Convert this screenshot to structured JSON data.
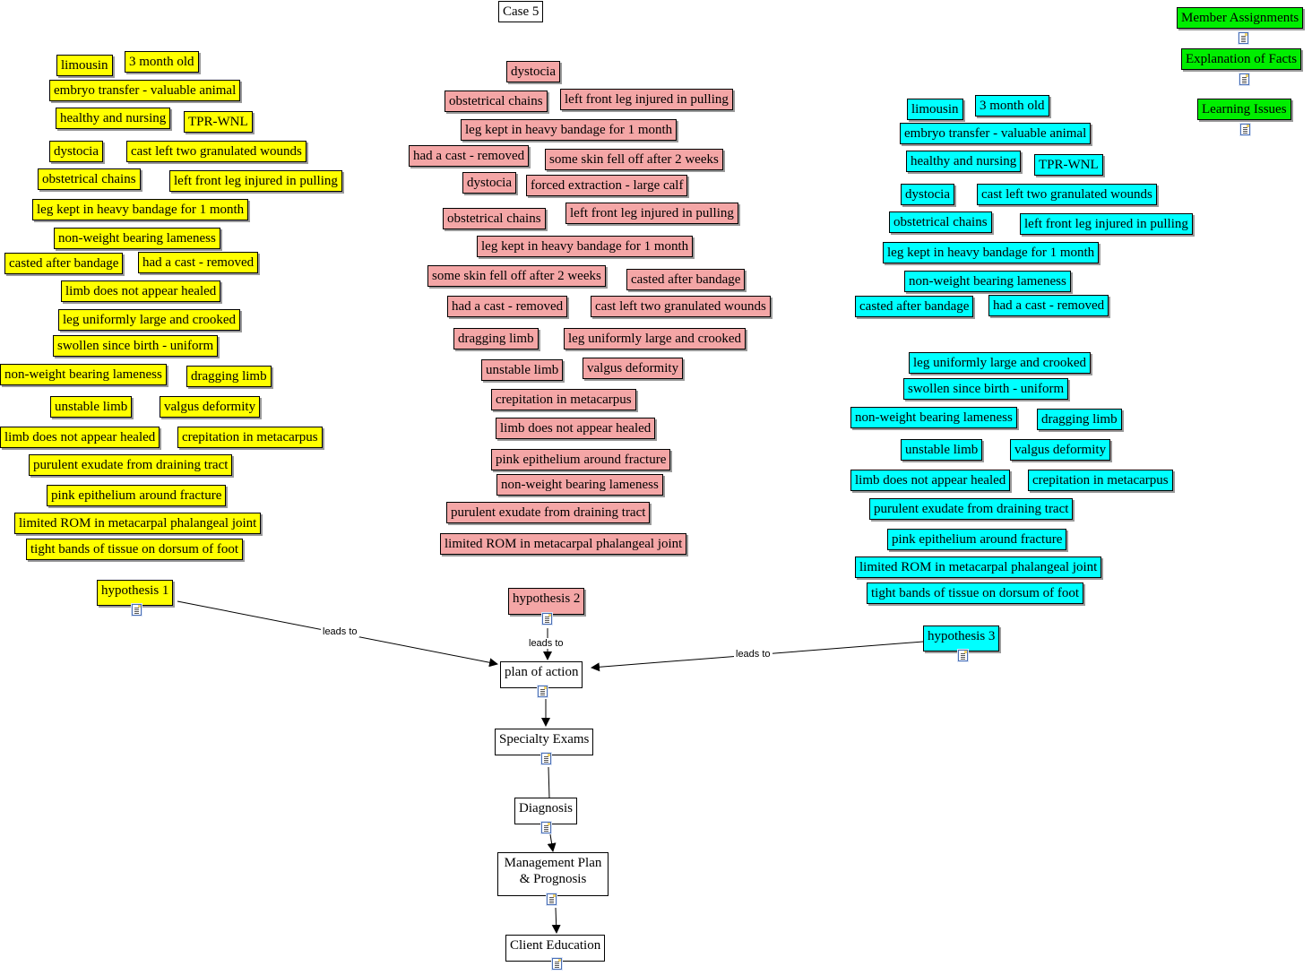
{
  "title": "Case 5",
  "menu": {
    "member_assignments": "Member Assignments",
    "explanation_of_facts": "Explanation of Facts",
    "learning_issues": "Learning Issues"
  },
  "yellow": {
    "facts": [
      "limousin",
      "3 month old",
      "embryo transfer - valuable animal",
      "healthy and nursing",
      "TPR-WNL",
      "dystocia",
      "cast left two granulated wounds",
      "obstetrical chains",
      "left front leg injured in pulling",
      "leg kept in heavy bandage for 1 month",
      "non-weight bearing lameness",
      "casted after bandage",
      "had a cast - removed",
      "limb does not appear healed",
      "leg uniformly large and crooked",
      "swollen since birth - uniform",
      "non-weight bearing lameness",
      "dragging limb",
      "unstable limb",
      "valgus deformity",
      "limb does not appear healed",
      "crepitation in metacarpus",
      "purulent exudate from draining tract",
      "pink epithelium around fracture",
      "limited ROM in metacarpal phalangeal joint",
      "tight bands of tissue on dorsum of foot"
    ],
    "hypothesis": "hypothesis 1"
  },
  "pink": {
    "facts": [
      "dystocia",
      "obstetrical chains",
      "left front leg injured in pulling",
      "leg kept in heavy bandage for 1 month",
      "had a cast - removed",
      "some skin fell off after 2 weeks",
      "dystocia",
      "forced extraction - large calf",
      "obstetrical chains",
      "left front leg injured in pulling",
      "leg kept in heavy bandage for 1 month",
      "some skin fell off after 2 weeks",
      "casted after bandage",
      "had a cast - removed",
      "cast left two granulated wounds",
      "dragging limb",
      "leg uniformly large and crooked",
      "unstable limb",
      "valgus deformity",
      "crepitation in metacarpus",
      "limb does not appear healed",
      "pink epithelium around fracture",
      "non-weight bearing lameness",
      "purulent exudate from draining tract",
      "limited ROM in metacarpal phalangeal joint"
    ],
    "hypothesis": "hypothesis 2"
  },
  "cyan": {
    "facts": [
      "limousin",
      "3 month old",
      "embryo transfer - valuable animal",
      "healthy and nursing",
      "TPR-WNL",
      "dystocia",
      "cast left two granulated wounds",
      "obstetrical chains",
      "left front leg injured in pulling",
      "leg kept in heavy bandage for 1 month",
      "non-weight bearing lameness",
      "casted after bandage",
      "had a cast - removed",
      "leg uniformly large and crooked",
      "swollen since birth - uniform",
      "non-weight bearing lameness",
      "dragging limb",
      "unstable limb",
      "valgus deformity",
      "limb does not appear healed",
      "crepitation in metacarpus",
      "purulent exudate from draining tract",
      "pink epithelium around fracture",
      "limited ROM in metacarpal phalangeal joint",
      "tight bands of tissue on dorsum of foot"
    ],
    "hypothesis": "hypothesis 3"
  },
  "flow": {
    "plan_of_action": "plan of action",
    "specialty_exams": "Specialty Exams",
    "diagnosis": "Diagnosis",
    "management_line1": "Management Plan",
    "management_line2": "& Prognosis",
    "client_education": "Client Education"
  },
  "links": {
    "leads_to_1": "leads to",
    "leads_to_2": "leads to",
    "leads_to_3": "leads to"
  }
}
